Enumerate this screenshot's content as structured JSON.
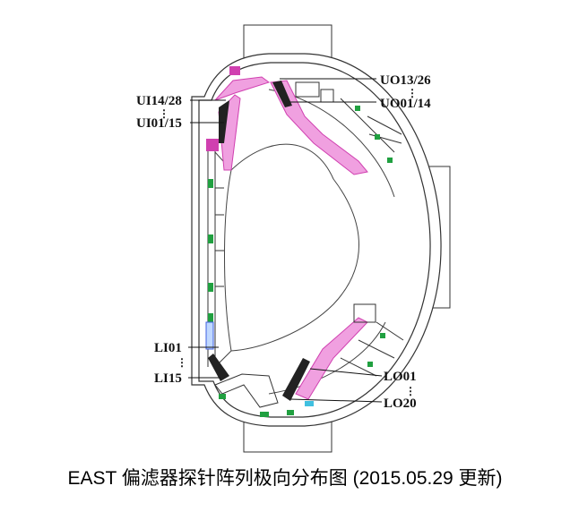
{
  "labels": {
    "ui_top": "UI14/28",
    "ui_bottom": "UI01/15",
    "uo_top": "UO13/26",
    "uo_bottom": "UO01/14",
    "li_top": "LI01",
    "li_bottom": "LI15",
    "lo_top": "LO01",
    "lo_bottom": "LO20",
    "dots": "⋮"
  },
  "caption": "EAST 偏滤器探针阵列极向分布图 (2015.05.29 更新)",
  "colors": {
    "line": "#333333",
    "magenta": "#d040b0",
    "pink": "#f0a0e0",
    "green": "#20a040",
    "blue": "#4060e0",
    "cyan": "#40c0e0"
  }
}
